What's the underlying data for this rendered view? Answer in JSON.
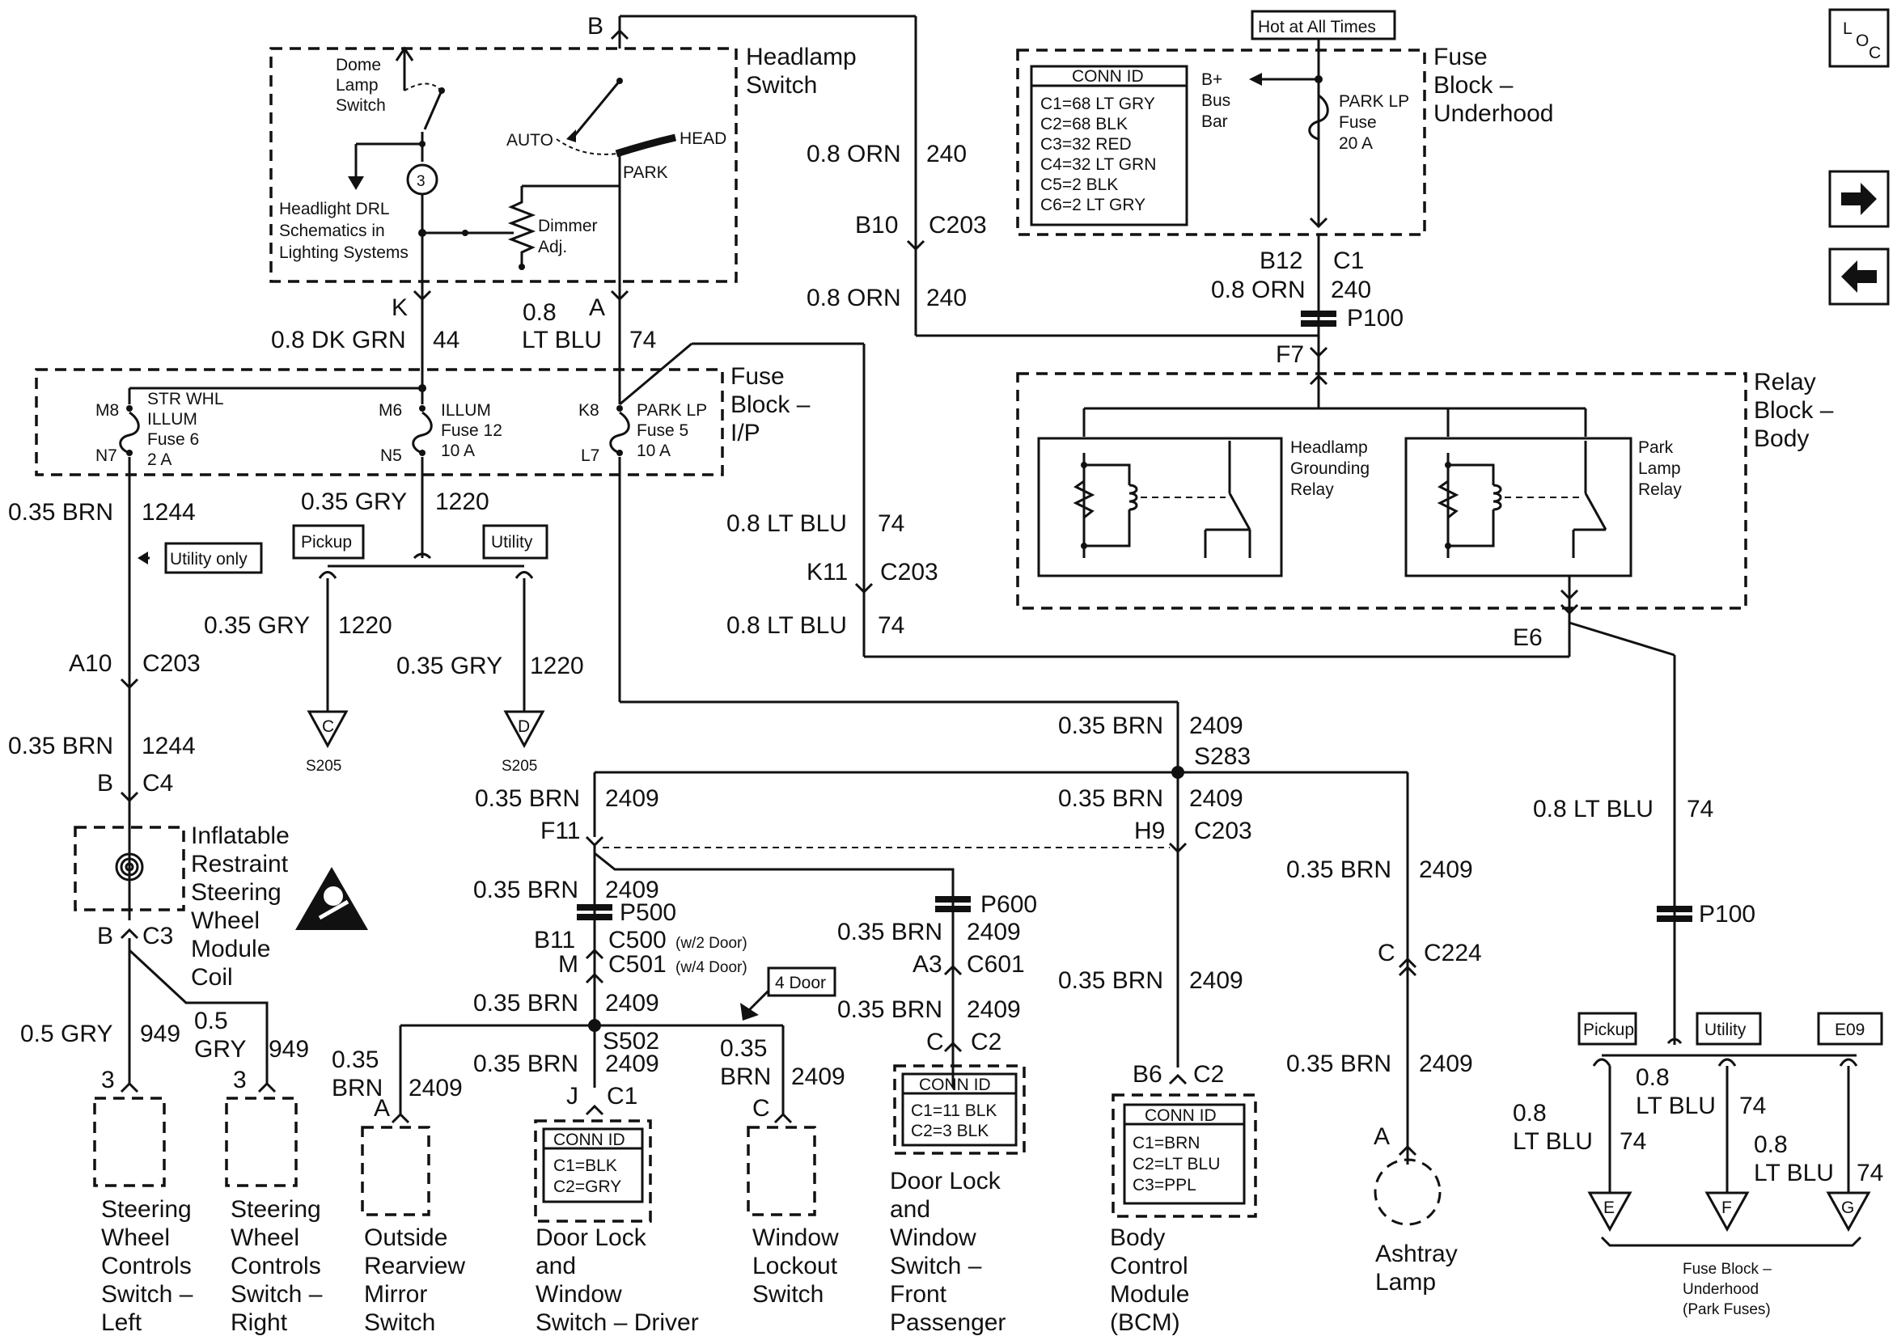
{
  "nav": {
    "loc_icon_text": "LOC",
    "next_icon": "arrow-right-icon",
    "prev_icon": "arrow-left-icon"
  },
  "components": {
    "headlamp_switch": "Headlamp Switch",
    "dome_lamp_switch": "Dome Lamp Switch",
    "drl_note": "Headlight DRL Schematics in Lighting Systems",
    "dimmer": "Dimmer Adj.",
    "auto": "AUTO",
    "head": "HEAD",
    "park": "PARK",
    "fuse_block_underhood": "Fuse Block – Underhood",
    "hot_at_all_times": "Hot at All Times",
    "bplus_bus_bar": "B+ Bus Bar",
    "park_lp_fuse": "PARK LP Fuse 20 A",
    "fuse_block_ip": "Fuse Block – I/P",
    "str_whl_illum": "STR WHL ILLUM Fuse 6 2 A",
    "illum_fuse12": "ILLUM Fuse 12 10 A",
    "park_lp_fuse5": "PARK LP Fuse 5 10 A",
    "relay_block_body": "Relay Block – Body",
    "headlamp_grounding_relay": "Headlamp Grounding Relay",
    "park_lamp_relay": "Park Lamp Relay",
    "inflatable_restraint": "Inflatable Restraint Steering Wheel Module Coil",
    "utility_only": "Utility only",
    "four_door": "4 Door",
    "pickup": "Pickup",
    "utility": "Utility",
    "e09": "E09",
    "swc_left": "Steering Wheel Controls Switch – Left",
    "swc_right": "Steering Wheel Controls Switch – Right",
    "outside_mirror": "Outside Rearview Mirror Switch",
    "door_lock_driver": "Door Lock and Window Switch – Driver",
    "window_lockout": "Window Lockout Switch",
    "door_lock_front_pass": "Door Lock and Window Switch – Front Passenger",
    "bcm": "Body Control Module (BCM)",
    "ashtray_lamp": "Ashtray Lamp",
    "fuse_block_underhood_park": "Fuse Block – Underhood (Park Fuses)"
  },
  "conn_ids": {
    "underhood": {
      "title": "CONN ID",
      "rows": [
        "C1=68 LT GRY",
        "C2=68 BLK",
        "C3=32 RED",
        "C4=32 LT GRN",
        "C5=2 BLK",
        "C6=2 LT GRY"
      ]
    },
    "driver": {
      "title": "CONN ID",
      "rows": [
        "C1=BLK",
        "C2=GRY"
      ]
    },
    "front_pass": {
      "title": "CONN ID",
      "rows": [
        "C1=11 BLK",
        "C2=3 BLK"
      ]
    },
    "bcm": {
      "title": "CONN ID",
      "rows": [
        "C1=BRN",
        "C2=LT BLU",
        "C3=PPL"
      ]
    }
  },
  "labels": {
    "B": "B",
    "K": "K",
    "A": "A",
    "C": "C",
    "J": "J",
    "3": "3",
    "wire_08_orn": "0.8 ORN",
    "c240": "240",
    "b10": "B10",
    "c203": "C203",
    "b12": "B12",
    "c1": "C1",
    "p100": "P100",
    "f7": "F7",
    "wire_08_dkgrn": "0.8 DK GRN",
    "c44": "44",
    "wire_08": "0.8",
    "ltblu": "LT BLU",
    "c74": "74",
    "m8": "M8",
    "n7": "N7",
    "m6": "M6",
    "n5": "N5",
    "k8": "K8",
    "l7": "L7",
    "wire_035_brn": "0.35 BRN",
    "c1244": "1244",
    "wire_035_gry": "0.35 GRY",
    "c1220": "1220",
    "wire_08_ltblu": "0.8 LT BLU",
    "k11": "K11",
    "e6": "E6",
    "a10": "A10",
    "c4": "C4",
    "c3": "C3",
    "s205": "S205",
    "conn_c": "C",
    "conn_d": "D",
    "c2409": "2409",
    "s283": "S283",
    "f11": "F11",
    "h9": "H9",
    "p500": "P500",
    "p600": "P600",
    "b11": "B11",
    "c500": "C500",
    "c500_note": "(w/2 Door)",
    "m": "M",
    "c501": "C501",
    "c501_note": "(w/4 Door)",
    "a3": "A3",
    "c601": "C601",
    "s502": "S502",
    "c2": "C2",
    "b6": "B6",
    "c224": "C224",
    "wire_05_gry": "0.5 GRY",
    "c949": "949",
    "wire_05": "0.5",
    "gry": "GRY",
    "wire_035": "0.35",
    "brn": "BRN",
    "e": "E",
    "f": "F",
    "g": "G"
  }
}
